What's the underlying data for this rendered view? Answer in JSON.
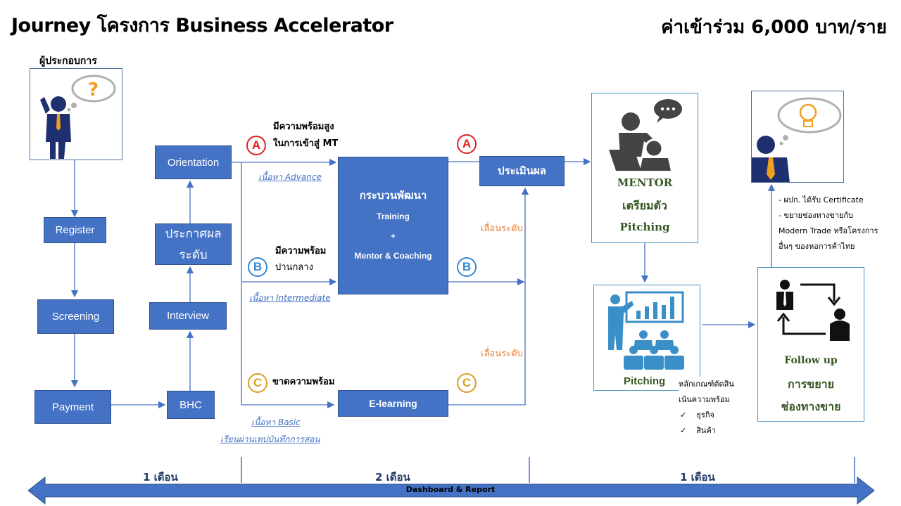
{
  "header": {
    "title": "Journey โครงการ Business Accelerator",
    "fee": "ค่าเข้าร่วม 6,000 บาท/ราย"
  },
  "entrepreneur": {
    "label": "ผู้ประกอบการ"
  },
  "steps": {
    "register": "Register",
    "screening": "Screening",
    "payment": "Payment",
    "bhc": "BHC",
    "interview": "Interview",
    "announce_line1": "ประกาศผล",
    "announce_line2": "ระดับ",
    "orientation": "Orientation",
    "evaluate": "ประเมินผล",
    "elearning": "E-learning"
  },
  "development": {
    "line1": "กระบวนพัฒนา",
    "line2": "Training",
    "line3": "+",
    "line4": "Mentor & Coaching"
  },
  "tracks": {
    "a": {
      "badge": "A",
      "color": "#e02020",
      "line1": "มีความพร้อมสูง",
      "line2": "ในการเข้าสู่ MT",
      "content": "เนื้อหา Advance"
    },
    "b": {
      "badge": "B",
      "color": "#3a87d0",
      "line1": "มีความพร้อม",
      "line2": "ปานกลาง",
      "content": "เนื้อหา Intermediate"
    },
    "c": {
      "badge": "C",
      "color": "#d9a020",
      "line1": "ขาดความพร้อม",
      "content_line1": "เนื้อหา Basic",
      "content_line2": "เรียนผ่านเทปบันทึกการสอน"
    }
  },
  "promote_label": "เลื่อนระดับ",
  "mentor": {
    "line1": "MENTOR",
    "line2": "เตรียมตัว",
    "line3": "Pitching"
  },
  "pitching": {
    "label": "Pitching",
    "criteria_title": "หลักเกณฑ์ตัดสิน",
    "criteria_sub": "เน้นความพร้อม",
    "criteria_items": [
      "ธุรกิจ",
      "สินค้า"
    ],
    "check": "✓"
  },
  "followup": {
    "line1": "Follow up",
    "line2": "การขยาย",
    "line3": "ช่องทางขาย"
  },
  "outcomes": {
    "line1": "- ผปก. ได้รับ Certificate",
    "line2": "- ขยายช่องทางขายกับ",
    "line3": "Modern Trade หรือโครงการ",
    "line4": "อื่นๆ ของหอการค้าไทย"
  },
  "timeline": {
    "phases": [
      "1 เดือน",
      "2 เดือน",
      "1 เดือน"
    ],
    "bar_label": "Dashboard & Report"
  },
  "colors": {
    "box_fill": "#4472c4",
    "line": "#4472c4",
    "promote": "#ed7d31",
    "green_text": "#375623"
  }
}
